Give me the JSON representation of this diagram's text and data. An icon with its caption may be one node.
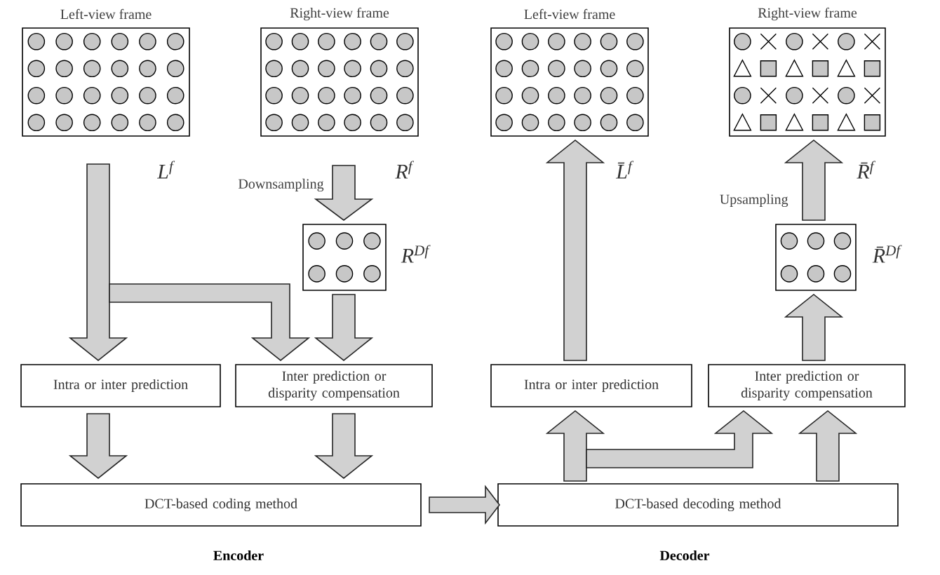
{
  "diagram": {
    "nodes": [
      {
        "text": [
          "Left-view frame"
        ],
        "beside": [
          "L$^{f}$"
        ]
      },
      {
        "text": [
          "Right-view frame"
        ],
        "beside": [
          "R$^{f}$"
        ]
      },
      {
        "text": [],
        "shape": "box",
        "beside": [
          "R$^{Df}$"
        ]
      },
      {
        "text": [
          "Intra or inter prediction"
        ]
      },
      {
        "text": [
          "Inter prediction or disparity compensation"
        ]
      },
      {
        "text": [
          "DCT-based coding method"
        ]
      },
      {
        "text": [
          "Left-view frame"
        ],
        "beside": [
          "L̄$^{f}$"
        ]
      },
      {
        "text": [
          "Right-view frame"
        ],
        "beside": [
          "R̄$^{f}$"
        ]
      },
      {
        "text": [],
        "shape": "box",
        "beside": [
          "R̄$^{Df}$"
        ]
      },
      {
        "text": [
          "Intra or inter prediction"
        ]
      },
      {
        "text": [
          "Inter prediction or disparity compensation"
        ]
      },
      {
        "text": [
          "DCT-based decoding method"
        ]
      }
    ],
    "edges": [
      {
        "from": 0,
        "to": 3,
        "arrow": "to"
      },
      {
        "from": 0,
        "to": 4,
        "arrow": "to"
      },
      {
        "from": 1,
        "to": 2,
        "arrow": "to",
        "label": "Downsampling"
      },
      {
        "from": 2,
        "to": 4,
        "arrow": "to"
      },
      {
        "from": 3,
        "to": 5,
        "arrow": "to"
      },
      {
        "from": 4,
        "to": 5,
        "arrow": "to"
      },
      {
        "from": 5,
        "to": 11,
        "arrow": "to"
      },
      {
        "from": 11,
        "to": 9,
        "arrow": "to"
      },
      {
        "from": 11,
        "to": 10,
        "arrow": "to"
      },
      {
        "from": 11,
        "to": 10,
        "arrow": "to"
      },
      {
        "from": 9,
        "to": 6,
        "arrow": "to"
      },
      {
        "from": 10,
        "to": 8,
        "arrow": "to"
      },
      {
        "from": 8,
        "to": 7,
        "arrow": "to",
        "label": "Upsampling"
      }
    ],
    "labels": [
      "Encoder",
      "Decoder"
    ]
  }
}
